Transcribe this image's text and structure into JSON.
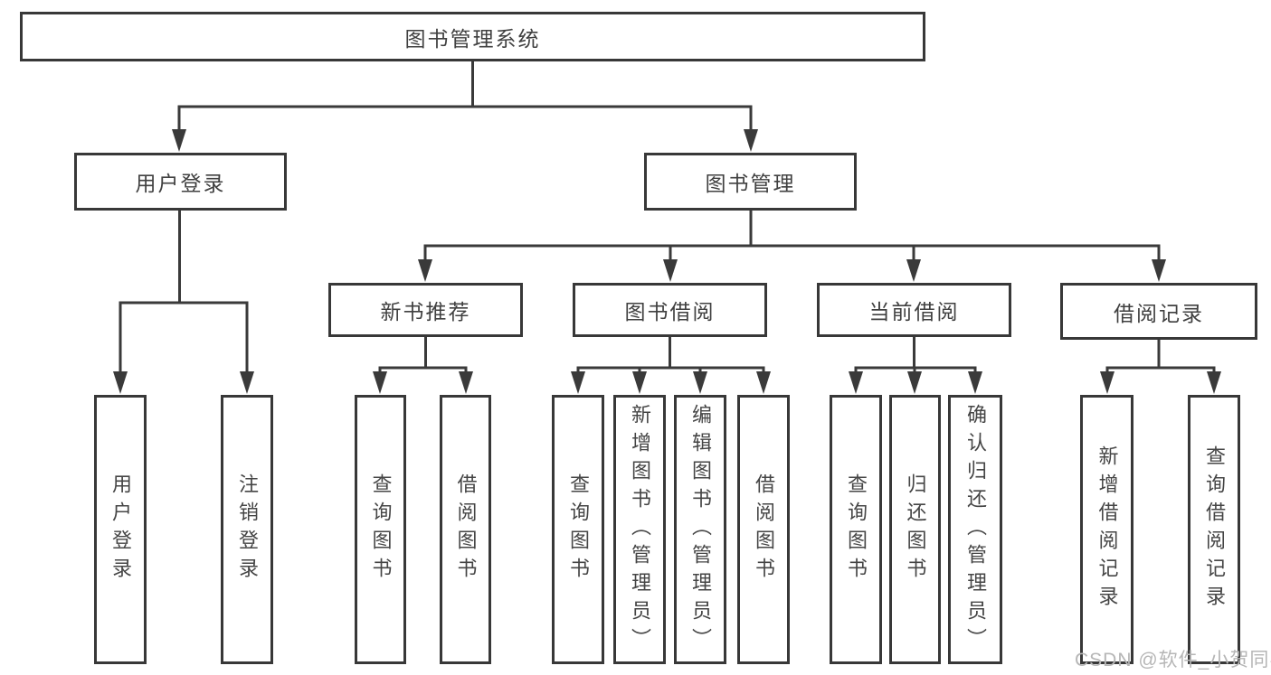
{
  "tree": {
    "label": "图书管理系统",
    "children": [
      {
        "label": "用户登录",
        "children": [
          {
            "label": "用户登录"
          },
          {
            "label": "注销登录"
          }
        ]
      },
      {
        "label": "图书管理",
        "children": [
          {
            "label": "新书推荐",
            "children": [
              {
                "label": "查询图书"
              },
              {
                "label": "借阅图书"
              }
            ]
          },
          {
            "label": "图书借阅",
            "children": [
              {
                "label": "查询图书"
              },
              {
                "label": "新增图书（管理员）"
              },
              {
                "label": "编辑图书（管理员）"
              },
              {
                "label": "借阅图书"
              }
            ]
          },
          {
            "label": "当前借阅",
            "children": [
              {
                "label": "查询图书"
              },
              {
                "label": "归还图书"
              },
              {
                "label": "确认归还（管理员）"
              }
            ]
          },
          {
            "label": "借阅记录",
            "children": [
              {
                "label": "新增借阅记录"
              },
              {
                "label": "查询借阅记录"
              }
            ]
          }
        ]
      }
    ]
  },
  "watermark": {
    "text": "CSDN @软件_小贺同学"
  },
  "colors": {
    "line": "#3a3a3a",
    "box_border": "#383838",
    "text": "#404040",
    "watermark": "#b6b6b6",
    "background": "#ffffff"
  }
}
